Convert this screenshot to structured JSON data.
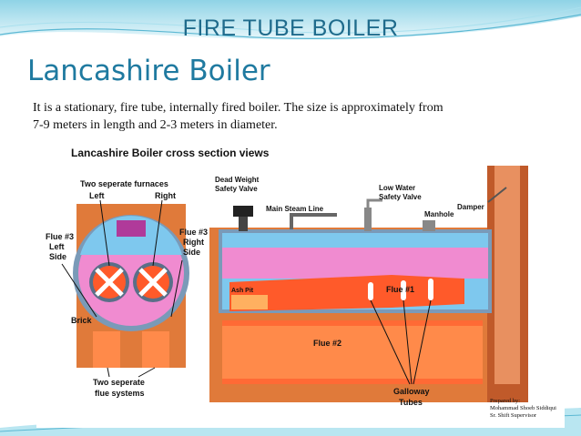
{
  "header": {
    "text": "FIRE TUBE BOILER"
  },
  "title": "Lancashire Boiler",
  "description": {
    "line1": "It is a stationary, fire tube, internally fired boiler. The size is approximately from",
    "line2": "7-9 meters in length and 2-3 meters in diameter."
  },
  "diagram": {
    "heading": "Lancashire Boiler  cross section views",
    "labels": {
      "furnaces_line1": "Two seperate furnaces",
      "left": "Left",
      "right": "Right",
      "flue3_left_1": "Flue #3",
      "flue3_left_2": "Left",
      "flue3_left_3": "Side",
      "flue3_right_1": "Flue #3",
      "flue3_right_2": "Right",
      "flue3_right_3": "Side",
      "brick": "Brick",
      "two_flue_1": "Two seperate",
      "two_flue_2": "flue systems",
      "dead_weight_1": "Dead Weight",
      "dead_weight_2": "Safety Valve",
      "main_steam": "Main Steam Line",
      "low_water_1": "Low Water",
      "low_water_2": "Safety Valve",
      "manhole": "Manhole",
      "damper": "Damper",
      "flue1": "Flue #1",
      "flue2": "Flue #2",
      "ash_pit": "Ash Pit",
      "galloway_1": "Galloway",
      "galloway_2": "Tubes"
    },
    "colors": {
      "water": "#f08bd0",
      "steam_space": "#7ec8ee",
      "fire": "#ff5a2a",
      "brick": "#f07a3a",
      "shell": "#7a9ab8"
    }
  },
  "credit": {
    "line1": "Prepared by:",
    "line2": "Mohammad Shoeb Siddiqui",
    "line3": "Sr. Shift Supervisor"
  }
}
